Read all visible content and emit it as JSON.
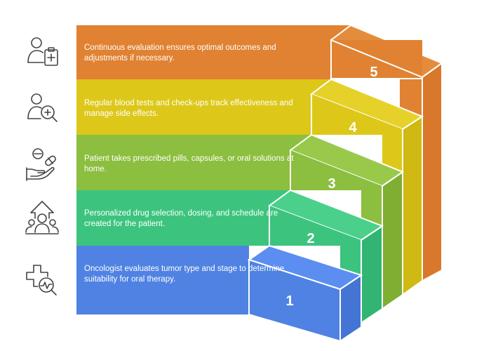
{
  "steps": [
    {
      "number": "1",
      "text": "Oncologist evaluates tumor type and stage to determine suitability for oral therapy.",
      "color": "#4f82e2",
      "icon": "medical-cross-magnifier-icon"
    },
    {
      "number": "2",
      "text": "Personalized drug selection, dosing, and schedule are created for the patient.",
      "color": "#3cc47f",
      "icon": "person-group-up-arrow-icon"
    },
    {
      "number": "3",
      "text": "Patient takes prescribed pills, capsules, or oral solutions at home.",
      "color": "#8cbe3f",
      "icon": "hand-pills-icon"
    },
    {
      "number": "4",
      "text": "Regular blood tests and check-ups track effectiveness and manage side effects.",
      "color": "#ddc81a",
      "icon": "person-magnifier-icon"
    },
    {
      "number": "5",
      "text": "Continuous evaluation ensures optimal outcomes and adjustments if necessary.",
      "color": "#e08232",
      "icon": "person-clipboard-icon"
    }
  ]
}
